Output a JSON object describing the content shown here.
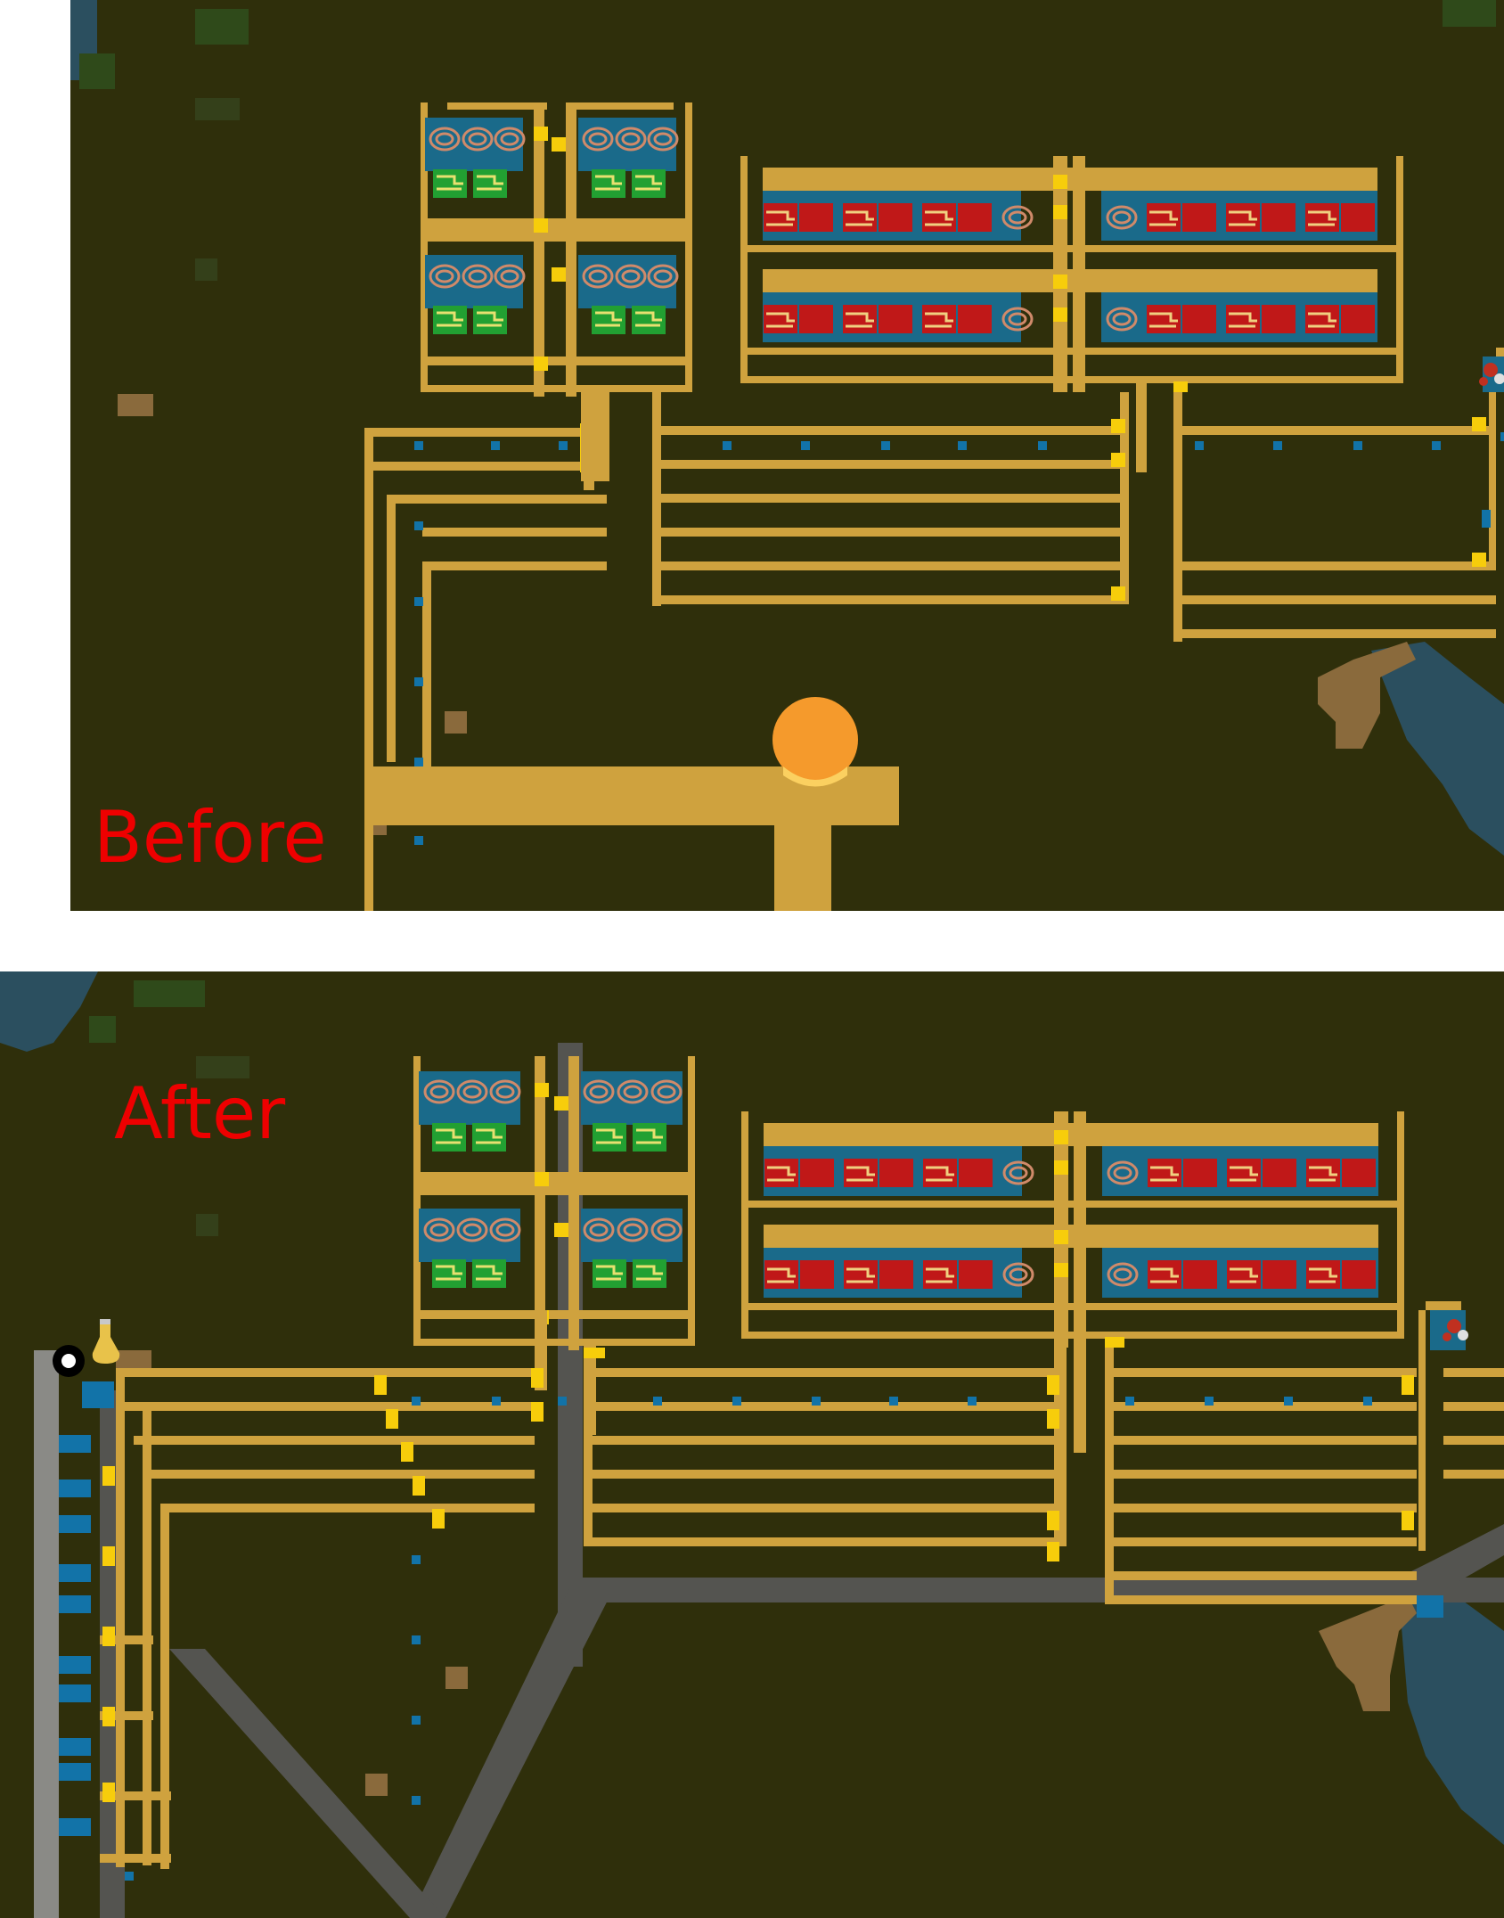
{
  "panels": [
    {
      "id": "before",
      "label": "Before"
    },
    {
      "id": "after",
      "label": "After"
    }
  ],
  "colors": {
    "ground": "#2f2f0b",
    "belt": "#cfa23e",
    "splitter": "#f7cd0b",
    "inserter": "#1273a8",
    "rail": "#545450",
    "rail_light": "#8a8a86",
    "water": "#2b4f5f",
    "dirt": "#8a6a3c",
    "grass": "#2f4a1a",
    "machine": "#1a6a8a",
    "copper_wire": "#d08a6a",
    "green_circuit": "#22a032",
    "red_circuit": "#c01818",
    "label": "#ee0000",
    "player": "#f59a2c"
  },
  "icons": {
    "coil": "copper-cable-icon",
    "green": "electronic-circuit-icon",
    "red": "advanced-circuit-icon",
    "flask": "science-pack-icon",
    "chem": "chemical-icon"
  }
}
